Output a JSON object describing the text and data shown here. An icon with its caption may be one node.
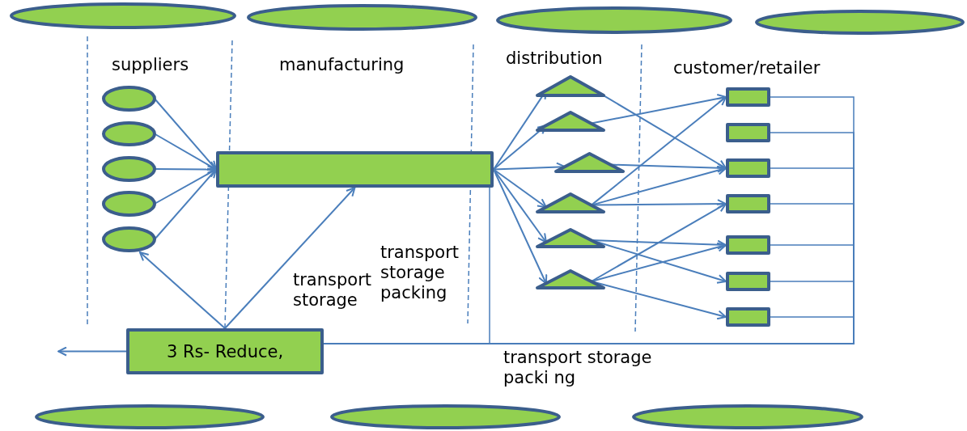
{
  "diagram": {
    "nodes": [
      {
        "text": [],
        "shape": "ellipse"
      },
      {
        "text": [],
        "shape": "ellipse"
      },
      {
        "text": [],
        "shape": "ellipse"
      },
      {
        "text": [],
        "shape": "ellipse"
      },
      {
        "text": [],
        "shape": "ellipse"
      },
      {
        "text": [],
        "shape": "ellipse"
      },
      {
        "text": [],
        "shape": "ellipse"
      },
      {
        "text": [],
        "shape": "ellipse"
      },
      {
        "text": [],
        "shape": "ellipse"
      },
      {
        "text": [],
        "shape": "bar"
      },
      {
        "text": [],
        "shape": "triangle"
      },
      {
        "text": [],
        "shape": "triangle"
      },
      {
        "text": [],
        "shape": "triangle"
      },
      {
        "text": [],
        "shape": "triangle"
      },
      {
        "text": [],
        "shape": "triangle"
      },
      {
        "text": [],
        "shape": "triangle"
      },
      {
        "text": [],
        "shape": "box"
      },
      {
        "text": [],
        "shape": "box"
      },
      {
        "text": [],
        "shape": "box"
      },
      {
        "text": [],
        "shape": "box"
      },
      {
        "text": [],
        "shape": "box"
      },
      {
        "text": [],
        "shape": "box"
      },
      {
        "text": [],
        "shape": "box"
      },
      {
        "text": [
          "3 Rs- Reduce,"
        ]
      },
      {
        "text": [],
        "shape": "ellipse"
      },
      {
        "text": [],
        "shape": "ellipse"
      },
      {
        "text": [],
        "shape": "ellipse"
      }
    ],
    "edges": [
      {
        "from": 4,
        "to": 9,
        "arrow": "to"
      },
      {
        "from": 5,
        "to": 9,
        "arrow": "to"
      },
      {
        "from": 6,
        "to": 9,
        "arrow": "to"
      },
      {
        "from": 7,
        "to": 9,
        "arrow": "to"
      },
      {
        "from": 8,
        "to": 9,
        "arrow": "to"
      },
      {
        "from": 9,
        "to": 10,
        "arrow": "to"
      },
      {
        "from": 9,
        "to": 11,
        "arrow": "to"
      },
      {
        "from": 9,
        "to": 12,
        "arrow": "to"
      },
      {
        "from": 9,
        "to": 13,
        "arrow": "to"
      },
      {
        "from": 9,
        "to": 14,
        "arrow": "to"
      },
      {
        "from": 9,
        "to": 15,
        "arrow": "to"
      },
      {
        "from": 10,
        "to": 18,
        "arrow": "to"
      },
      {
        "from": 11,
        "to": 16,
        "arrow": "to"
      },
      {
        "from": 12,
        "to": 18,
        "arrow": "to"
      },
      {
        "from": 13,
        "to": 16,
        "arrow": "to"
      },
      {
        "from": 13,
        "to": 18,
        "arrow": "to"
      },
      {
        "from": 13,
        "to": 19,
        "arrow": "to"
      },
      {
        "from": 14,
        "to": 20,
        "arrow": "to"
      },
      {
        "from": 14,
        "to": 21,
        "arrow": "to"
      },
      {
        "from": 15,
        "to": 19,
        "arrow": "to"
      },
      {
        "from": 15,
        "to": 20,
        "arrow": "to"
      },
      {
        "from": 15,
        "to": 22,
        "arrow": "to"
      },
      {
        "from": 16,
        "to": 23,
        "arrow": "none"
      },
      {
        "from": 17,
        "to": 23,
        "arrow": "none"
      },
      {
        "from": 18,
        "to": 23,
        "arrow": "none"
      },
      {
        "from": 19,
        "to": 23,
        "arrow": "none"
      },
      {
        "from": 20,
        "to": 23,
        "arrow": "none"
      },
      {
        "from": 21,
        "to": 23,
        "arrow": "none"
      },
      {
        "from": 22,
        "to": 23,
        "arrow": "none"
      },
      {
        "from": 9,
        "to": 23,
        "arrow": "none"
      },
      {
        "from": 23,
        "to": null,
        "arrow": "to"
      },
      {
        "from": 23,
        "to": 8,
        "arrow": "to"
      },
      {
        "from": 23,
        "to": 9,
        "arrow": "to"
      }
    ],
    "labels": [
      "suppliers",
      "manufacturing",
      "distribution",
      "customer/retailer",
      "transport storage",
      "transport storage packing",
      "transport storage packi ng"
    ]
  }
}
